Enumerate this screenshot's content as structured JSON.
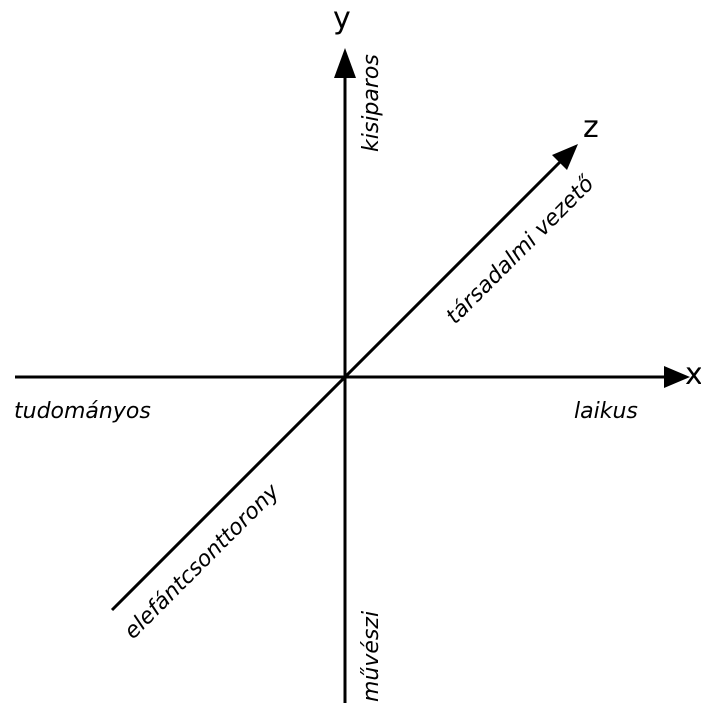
{
  "axes": {
    "x": {
      "letter": "x",
      "negative_label": "tudományos",
      "positive_label": "laikus"
    },
    "y": {
      "letter": "y",
      "positive_label": "kisiparos",
      "negative_label": "művészi"
    },
    "z": {
      "letter": "z",
      "positive_label": "társadalmi vezető",
      "negative_label": "elefántcsonttorony"
    }
  },
  "colors": {
    "line": "#000000",
    "background": "#ffffff"
  }
}
